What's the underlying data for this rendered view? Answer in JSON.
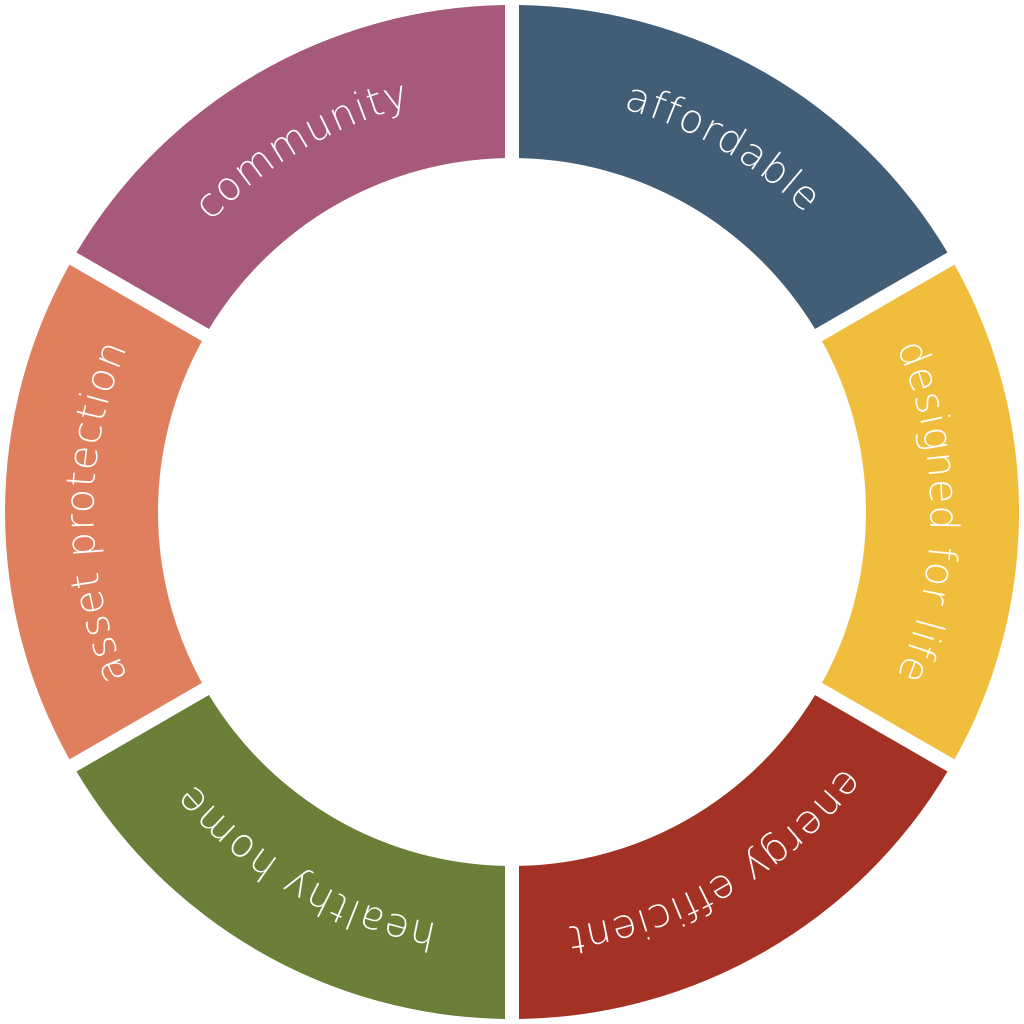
{
  "segments": [
    {
      "label": "affordable",
      "color": "#425e77"
    },
    {
      "label": "designed for life",
      "color": "#f1bd3c"
    },
    {
      "label": "energy efficient",
      "color": "#a33224"
    },
    {
      "label": "healthy home",
      "color": "#6a7f38"
    },
    {
      "label": "asset protection",
      "color": "#e07f5e"
    },
    {
      "label": "community",
      "color": "#a6597b"
    }
  ]
}
